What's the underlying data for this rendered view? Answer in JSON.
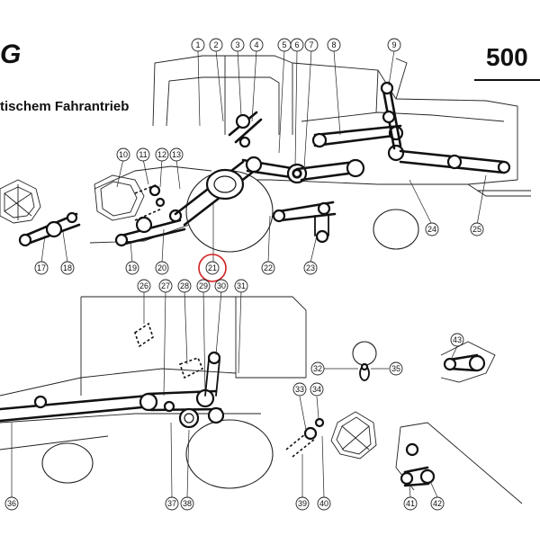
{
  "header": {
    "brand_mark": "G",
    "caption": "tischem Fahrantrieb",
    "model": "500"
  },
  "callouts": [
    "1",
    "2",
    "3",
    "4",
    "5",
    "6",
    "7",
    "8",
    "9",
    "10",
    "11",
    "12",
    "13",
    "17",
    "18",
    "19",
    "20",
    "21",
    "22",
    "23",
    "24",
    "25",
    "26",
    "27",
    "28",
    "29",
    "30",
    "31",
    "32",
    "33",
    "34",
    "35",
    "36",
    "37",
    "38",
    "39",
    "40",
    "41",
    "42",
    "43"
  ],
  "highlighted_callout": "21",
  "colors": {
    "line": "#111111",
    "highlight": "#d42020",
    "background": "#ffffff"
  }
}
